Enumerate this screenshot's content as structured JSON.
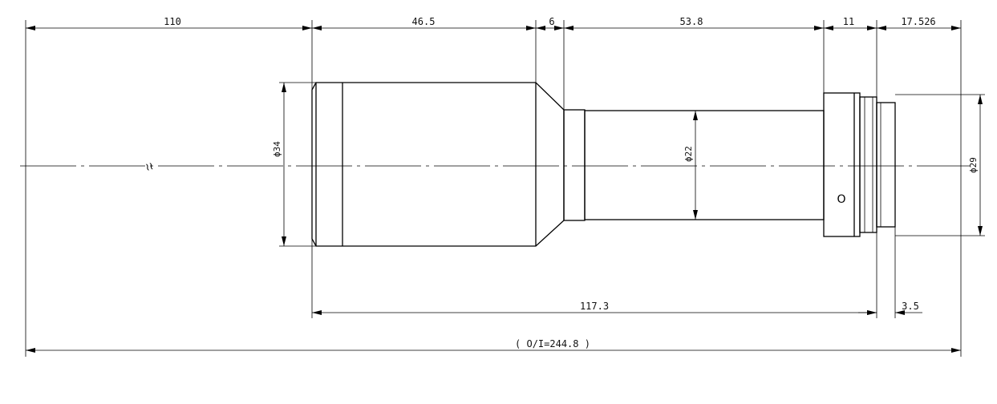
{
  "drawing": {
    "dimensions": {
      "d110": "110",
      "d46_5": "46.5",
      "d6": "6",
      "d53_8": "53.8",
      "d11": "11",
      "d17_526": "17.526",
      "d117_3": "117.3",
      "d3_5": "3.5",
      "total": "( O/I=244.8 )"
    },
    "diameters": {
      "phi34": "ϕ34",
      "phi22": "ϕ22",
      "phi29": "ϕ29"
    },
    "symbols": {
      "break_mark": "≀≀",
      "screw_mark": "O"
    },
    "colors": {
      "line": "#000000",
      "background": "#ffffff"
    }
  }
}
